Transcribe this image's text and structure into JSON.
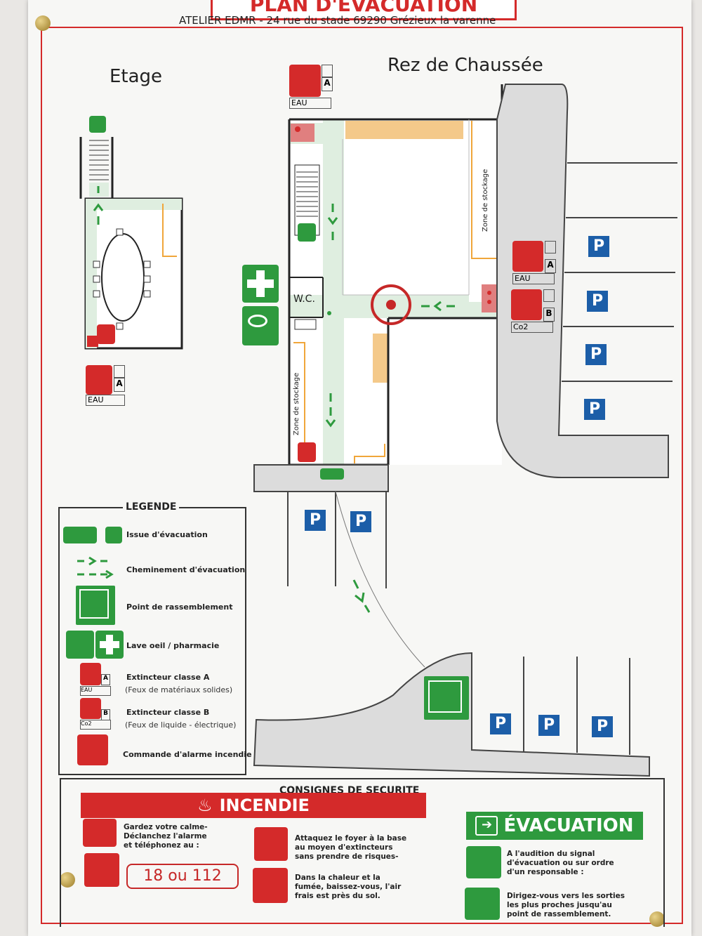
{
  "title": "PLAN D'ÉVACUATION",
  "address": "ATELIER EDMR - 24 rue du stade 69290 Grézieux la varenne",
  "floors": {
    "upper": "Etage",
    "ground": "Rez de Chaussée"
  },
  "rooms": {
    "wc": "W.C.",
    "storage_right": "Zone de stockage",
    "storage_left": "Zone de stockage"
  },
  "extinguisher": {
    "eau": "EAU",
    "co2": "Co2",
    "class_a": "A",
    "class_b": "B"
  },
  "parking_label": "P",
  "legend": {
    "title": "LEGENDE",
    "items": [
      {
        "label": "Issue d'évacuation"
      },
      {
        "label": "Cheminement d'évacuation"
      },
      {
        "label": "Point de rassemblement"
      },
      {
        "label": "Lave oeil / pharmacie"
      },
      {
        "label": "Extincteur classe A",
        "sub": "(Feux de matériaux solides)"
      },
      {
        "label": "Extincteur classe B",
        "sub": "(Feux de liquide - électrique)"
      },
      {
        "label": "Commande d'alarme incendie"
      }
    ]
  },
  "consignes": {
    "title": "CONSIGNES DE SECURITE",
    "incendie": "INCENDIE",
    "evacuation": "ÉVACUATION",
    "calm": "Gardez votre calme- Déclanchez l'alarme et téléphonez au :",
    "phone": "18 ou 112",
    "attack": "Attaquez le foyer à la base au moyen d'extincteurs sans prendre de risques-",
    "smoke": "Dans la chaleur et la fumée, baissez-vous, l'air frais est près du sol.",
    "signal": "A l'audition du signal d'évacuation ou sur ordre d'un responsable :",
    "go": "Dirigez-vous vers les sorties les plus proches jusqu'au point de rassemblement."
  },
  "colors": {
    "red": "#d42a2a",
    "green": "#2e9a3e",
    "parking_blue": "#1c5ea8",
    "corridor": "#dfeee0",
    "storage": "#f4c98a"
  }
}
